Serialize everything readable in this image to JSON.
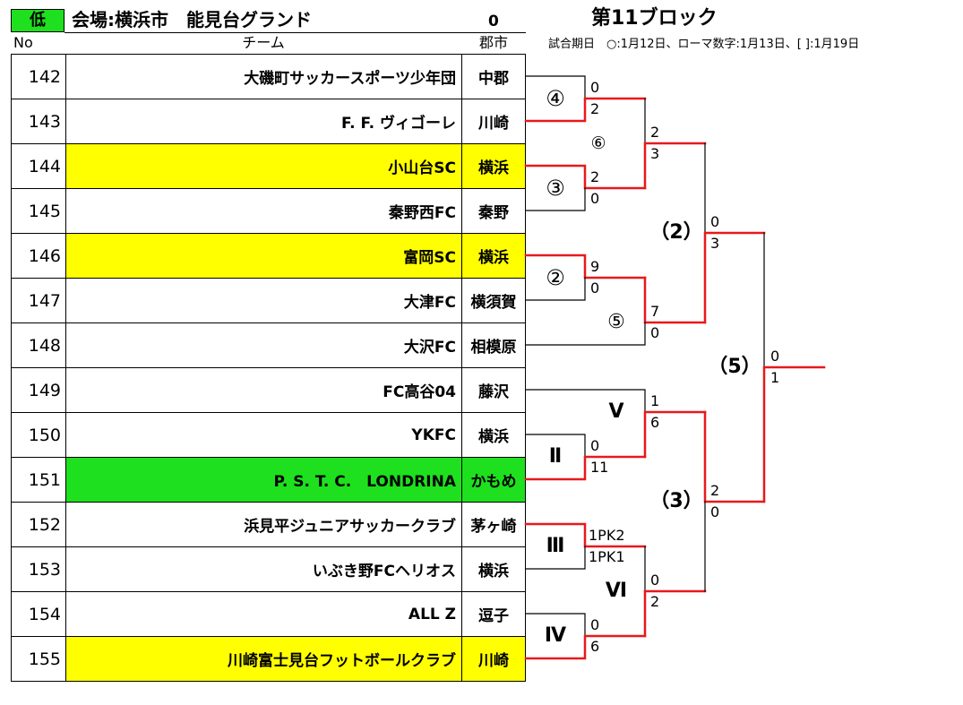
{
  "header": {
    "level_badge": "低",
    "venue": "会場:横浜市　能見台グランド",
    "count": "0",
    "block_title": "第11ブロック",
    "schedule_note": "試合期日　○:1月12日、ローマ数字:1月13日、[ ]:1月19日"
  },
  "table": {
    "columns": {
      "no": "No",
      "team": "チーム",
      "city": "郡市"
    },
    "rows": [
      {
        "no": "142",
        "team": "大磯町サッカースポーツ少年団",
        "city": "中郡",
        "fill": ""
      },
      {
        "no": "143",
        "team": "F. F. ヴィゴーレ",
        "city": "川崎",
        "fill": ""
      },
      {
        "no": "144",
        "team": "小山台SC",
        "city": "横浜",
        "fill": "#ffff00"
      },
      {
        "no": "145",
        "team": "秦野西FC",
        "city": "秦野",
        "fill": ""
      },
      {
        "no": "146",
        "team": "富岡SC",
        "city": "横浜",
        "fill": "#ffff00"
      },
      {
        "no": "147",
        "team": "大津FC",
        "city": "横須賀",
        "fill": ""
      },
      {
        "no": "148",
        "team": "大沢FC",
        "city": "相模原",
        "fill": ""
      },
      {
        "no": "149",
        "team": "FC高谷04",
        "city": "藤沢",
        "fill": ""
      },
      {
        "no": "150",
        "team": "YKFC",
        "city": "横浜",
        "fill": ""
      },
      {
        "no": "151",
        "team": "P. S. T. C.　LONDRINA",
        "city": "かもめ",
        "fill": "#1ee01e"
      },
      {
        "no": "152",
        "team": "浜見平ジュニアサッカークラブ",
        "city": "茅ヶ崎",
        "fill": ""
      },
      {
        "no": "153",
        "team": "いぶき野FCヘリオス",
        "city": "横浜",
        "fill": ""
      },
      {
        "no": "154",
        "team": "ALL Z",
        "city": "逗子",
        "fill": ""
      },
      {
        "no": "155",
        "team": "川崎富士見台フットボールクラブ",
        "city": "川崎",
        "fill": "#ffff00"
      }
    ]
  },
  "bracket": {
    "matches": [
      {
        "label": "④",
        "score_top": "0",
        "score_bottom": "2"
      },
      {
        "label": "③",
        "score_top": "2",
        "score_bottom": "0"
      },
      {
        "label": "⑥",
        "score_top": "2",
        "score_bottom": "3"
      },
      {
        "label": "②",
        "score_top": "9",
        "score_bottom": "0"
      },
      {
        "label": "⑤",
        "score_top": "7",
        "score_bottom": "0"
      },
      {
        "label": "（2）",
        "score_top": "0",
        "score_bottom": "3"
      },
      {
        "label": "Ⅴ",
        "score_top": "1",
        "score_bottom": "6"
      },
      {
        "label": "Ⅱ",
        "score_top": "0",
        "score_bottom": "11"
      },
      {
        "label": "Ⅲ",
        "score_top": "1PK2",
        "score_bottom": "1PK1"
      },
      {
        "label": "Ⅳ",
        "score_top": "0",
        "score_bottom": "6"
      },
      {
        "label": "Ⅵ",
        "score_top": "0",
        "score_bottom": "2"
      },
      {
        "label": "（3）",
        "score_top": "2",
        "score_bottom": "0"
      },
      {
        "label": "（5）",
        "score_top": "0",
        "score_bottom": "1"
      }
    ]
  },
  "colors": {
    "badge_green": "#1ee01e",
    "winner_line": "#e8191b",
    "line": "#000000"
  }
}
